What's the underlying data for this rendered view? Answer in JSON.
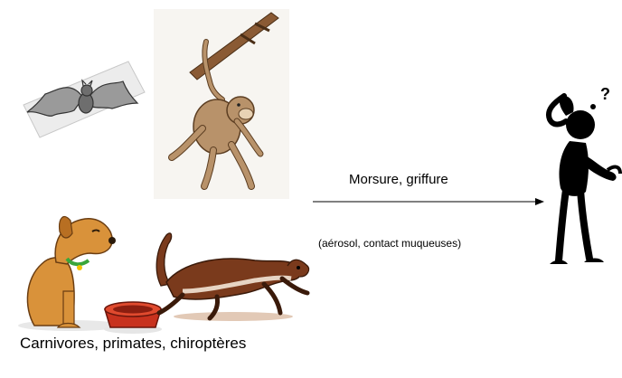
{
  "diagram": {
    "caption": "Carnivores, primates, chiroptères",
    "arrow_label": "Morsure, griffure",
    "arrow_sublabel": "(aérosol, contact muqueuses)"
  },
  "illustrations": {
    "bat": "bat-illustration",
    "monkey": "monkey-illustration",
    "dog": "dog-illustration",
    "ferret": "ferret-illustration",
    "bowl": "food-bowl-illustration",
    "human": "thinking-human-silhouette"
  },
  "colors": {
    "dog": "#d9923a",
    "ferret": "#7a3a1c",
    "bowl": "#c8321e",
    "monkey": "#b8926a",
    "branch": "#8a5a34",
    "human": "#000000"
  }
}
